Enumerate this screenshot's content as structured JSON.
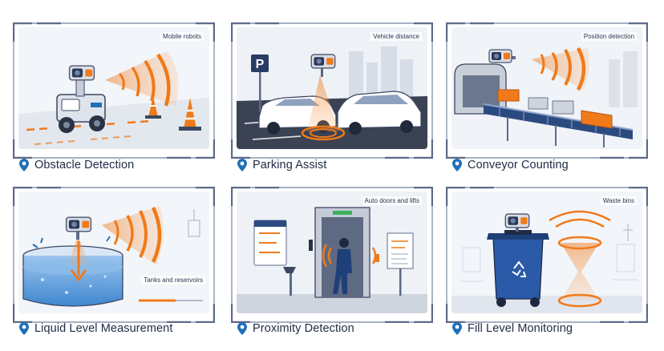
{
  "colors": {
    "frame": "#7f8ca8",
    "accent": "#f07a1a",
    "pin": "#1f6fb8",
    "text": "#1f2a44"
  },
  "cards": [
    {
      "tag": "Mobile robots",
      "caption": "Obstacle Detection"
    },
    {
      "tag": "Vehicle distance",
      "caption": "Parking Assist"
    },
    {
      "tag": "Position detection",
      "caption": "Conveyor Counting"
    },
    {
      "tag": "Tanks and reservoirs",
      "caption": "Liquid Level Measurement"
    },
    {
      "tag": "Auto doors and lifts",
      "caption": "Proximity Detection"
    },
    {
      "tag": "Waste bins",
      "caption": "Fill Level Monitoring"
    }
  ],
  "icons": {
    "pin": "location-pin-icon",
    "sensor": "ultrasonic-sensor-icon"
  }
}
